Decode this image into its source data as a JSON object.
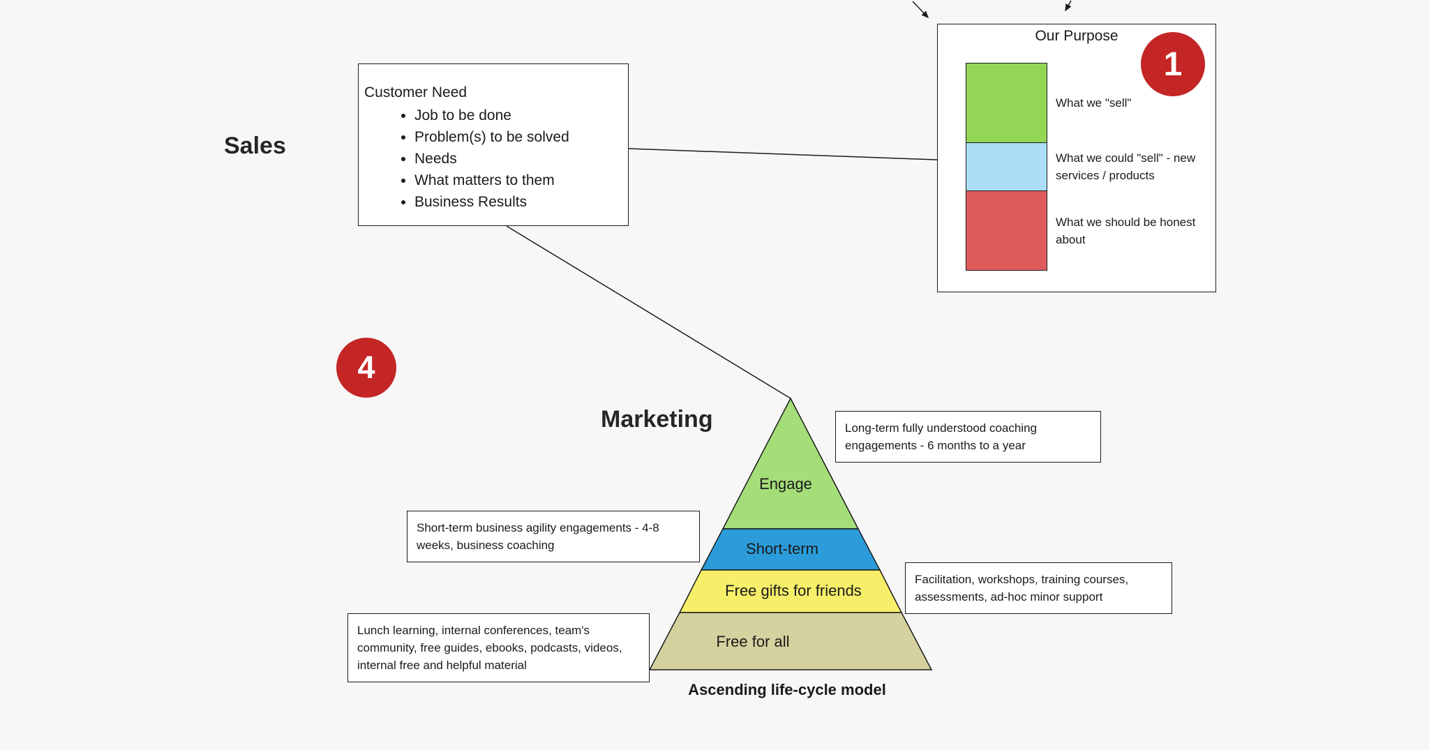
{
  "board": {
    "background": "#f7f7f8"
  },
  "headings": {
    "sales": "Sales",
    "marketing": "Marketing"
  },
  "badges": [
    {
      "value": "1",
      "color": "#c42525"
    },
    {
      "value": "4",
      "color": "#c42525"
    }
  ],
  "customer_need": {
    "title": "Customer Need",
    "items": [
      "Job to be done",
      "Problem(s) to be solved",
      "Needs",
      "What matters to them",
      "Business Results"
    ]
  },
  "our_purpose": {
    "title": "Our Purpose",
    "rows": [
      {
        "label": "What we \"sell\"",
        "color": "#93d655"
      },
      {
        "label": "What we could \"sell\" - new services / products",
        "color": "#a9def5"
      },
      {
        "label": "What we should be honest about",
        "color": "#e05c5c"
      }
    ]
  },
  "pyramid": {
    "caption": "Ascending life-cycle model",
    "levels": [
      {
        "label": "Engage",
        "color": "#a5dd79"
      },
      {
        "label": "Short-term",
        "color": "#2b9cd9"
      },
      {
        "label": "Free gifts for friends",
        "color": "#f7ef6a"
      },
      {
        "label": "Free for all",
        "color": "#d6d2a0"
      }
    ]
  },
  "notes": [
    {
      "text": "Long-term fully understood coaching engagements - 6 months to a year"
    },
    {
      "text": "Short-term business agility engagements - 4-8 weeks, business coaching"
    },
    {
      "text": "Facilitation, workshops, training courses, assessments, ad-hoc minor support"
    },
    {
      "text": "Lunch learning, internal conferences, team's community, free guides, ebooks, podcasts, videos, internal free and helpful material"
    }
  ]
}
